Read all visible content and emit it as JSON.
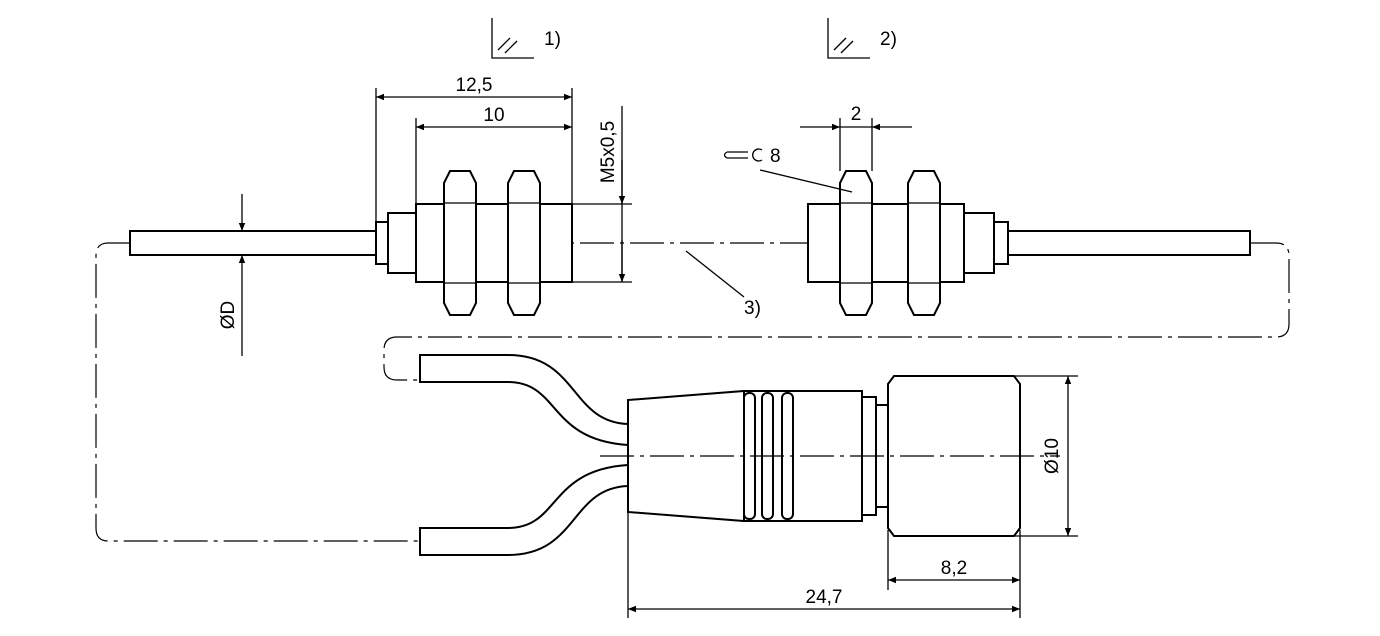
{
  "drawing": {
    "labels": {
      "note_1": "1)",
      "note_2": "2)",
      "note_3": "3)",
      "dim_overall_body": "12,5",
      "dim_thread_length": "10",
      "thread_spec": "M5x0,5",
      "dim_nut_thickness": "2",
      "wrench_size": "8",
      "fiber_diameter": "ØD",
      "connector_diameter": "Ø10",
      "connector_length": "24,7",
      "connector_head_length": "8,2"
    },
    "icons": [
      "parallel-lines-symbol-icon",
      "wrench-icon"
    ],
    "colors": {
      "line": "#000000",
      "background": "#ffffff"
    }
  }
}
